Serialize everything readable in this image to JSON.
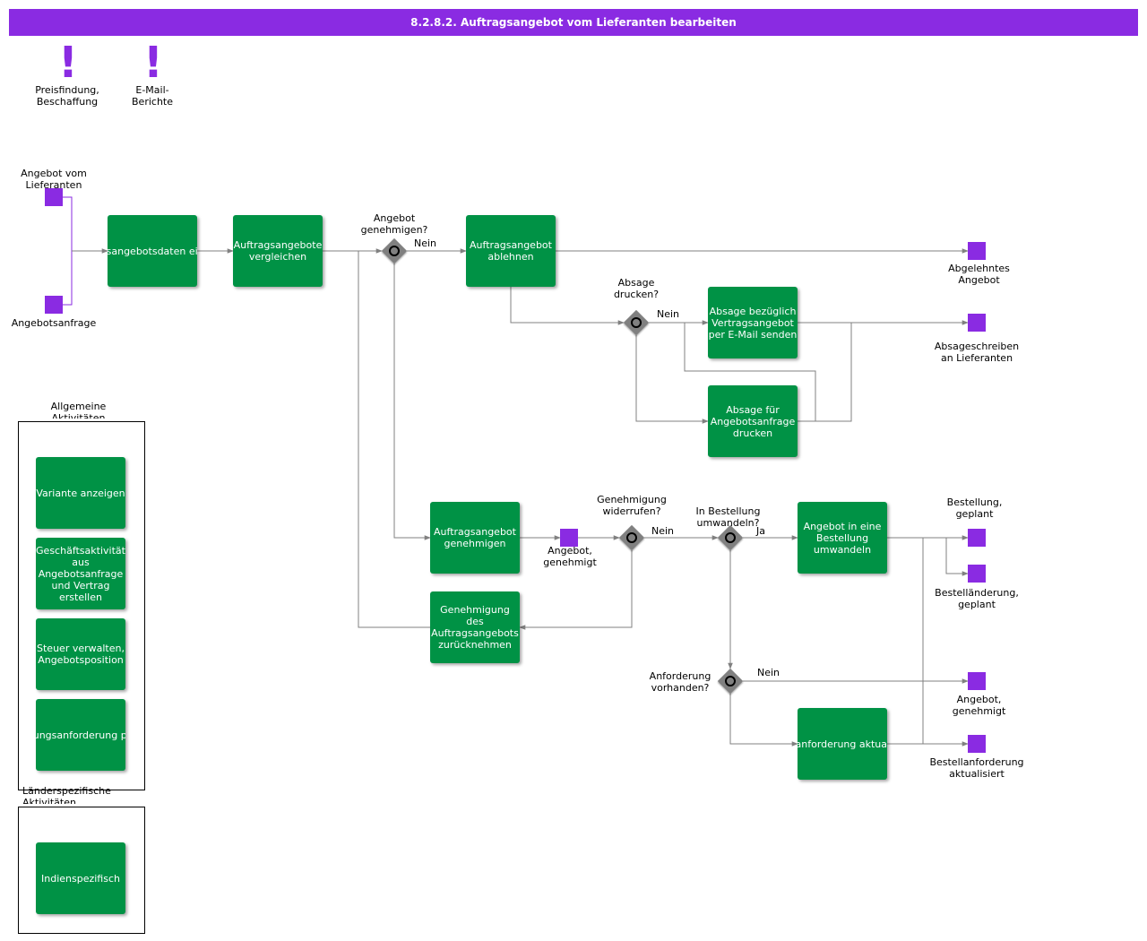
{
  "title": "8.2.8.2. Auftragsangebot vom Lieferanten bearbeiten",
  "colors": {
    "title_bar": "#8a2be2",
    "task": "#009245",
    "event": "#8a2be2",
    "gateway": "#808080",
    "connector": "#808080"
  },
  "markers": [
    {
      "icon": "exclamation-icon",
      "label": "Preisfindung, Beschaffung"
    },
    {
      "icon": "exclamation-icon",
      "label": "E-Mail-Berichte"
    }
  ],
  "events": {
    "start_angebot": "Angebot vom Lieferanten",
    "start_anfrage": "Angebotsanfrage",
    "end_abgelehnt": "Abgelehntes Angebot",
    "end_absage": "Absageschreiben an Lieferanten",
    "mid_genehmigt": "Angebot, genehmigt",
    "end_bestellung": "Bestellung, geplant",
    "end_bestellaenderung": "Bestelländerung, geplant",
    "end_angebot_genehmigt": "Angebot, genehmigt",
    "end_bestellanforderung": "Bestellanforderung aktualisiert"
  },
  "tasks": {
    "eingeben": "Auftragsangebotsdaten eingeben",
    "vergleichen": "Auftragsangebote vergleichen",
    "ablehnen": "Auftragsangebot ablehnen",
    "absage_email": "Absage bezüglich Vertragsangebot per E-Mail senden",
    "absage_drucken": "Absage für Angebotsanfrage drucken",
    "genehmigen": "Auftragsangebot genehmigen",
    "zuruecknehmen": "Genehmigung des Auftragsangebots zurücknehmen",
    "umwandeln": "Angebot in eine Bestellung umwandeln",
    "bestellanforderung": "Bestellanforderung aktualisieren"
  },
  "gateways": {
    "genehmigen": "Angebot genehmigen?",
    "absage": "Absage drucken?",
    "widerrufen": "Genehmigung widerrufen?",
    "umwandeln": "In Bestellung umwandeln?",
    "anforderung": "Anforderung vorhanden?"
  },
  "flow_labels": {
    "nein_1": "Nein",
    "nein_2": "Nein",
    "nein_3": "Nein",
    "ja": "Ja",
    "nein_4": "Nein"
  },
  "groups": {
    "allgemein": {
      "title": "Allgemeine Aktivitäten",
      "items": [
        "Variante anzeigen",
        "Geschäftsaktivität aus Angebotsanfrage und Vertrag erstellen",
        "Steuer verwalten, Angebotsposition",
        "Buchungsanforderung prüfen"
      ]
    },
    "laender": {
      "title": "Länderspezifische Aktivitäten",
      "items": [
        "Indienspezifisch"
      ]
    }
  }
}
